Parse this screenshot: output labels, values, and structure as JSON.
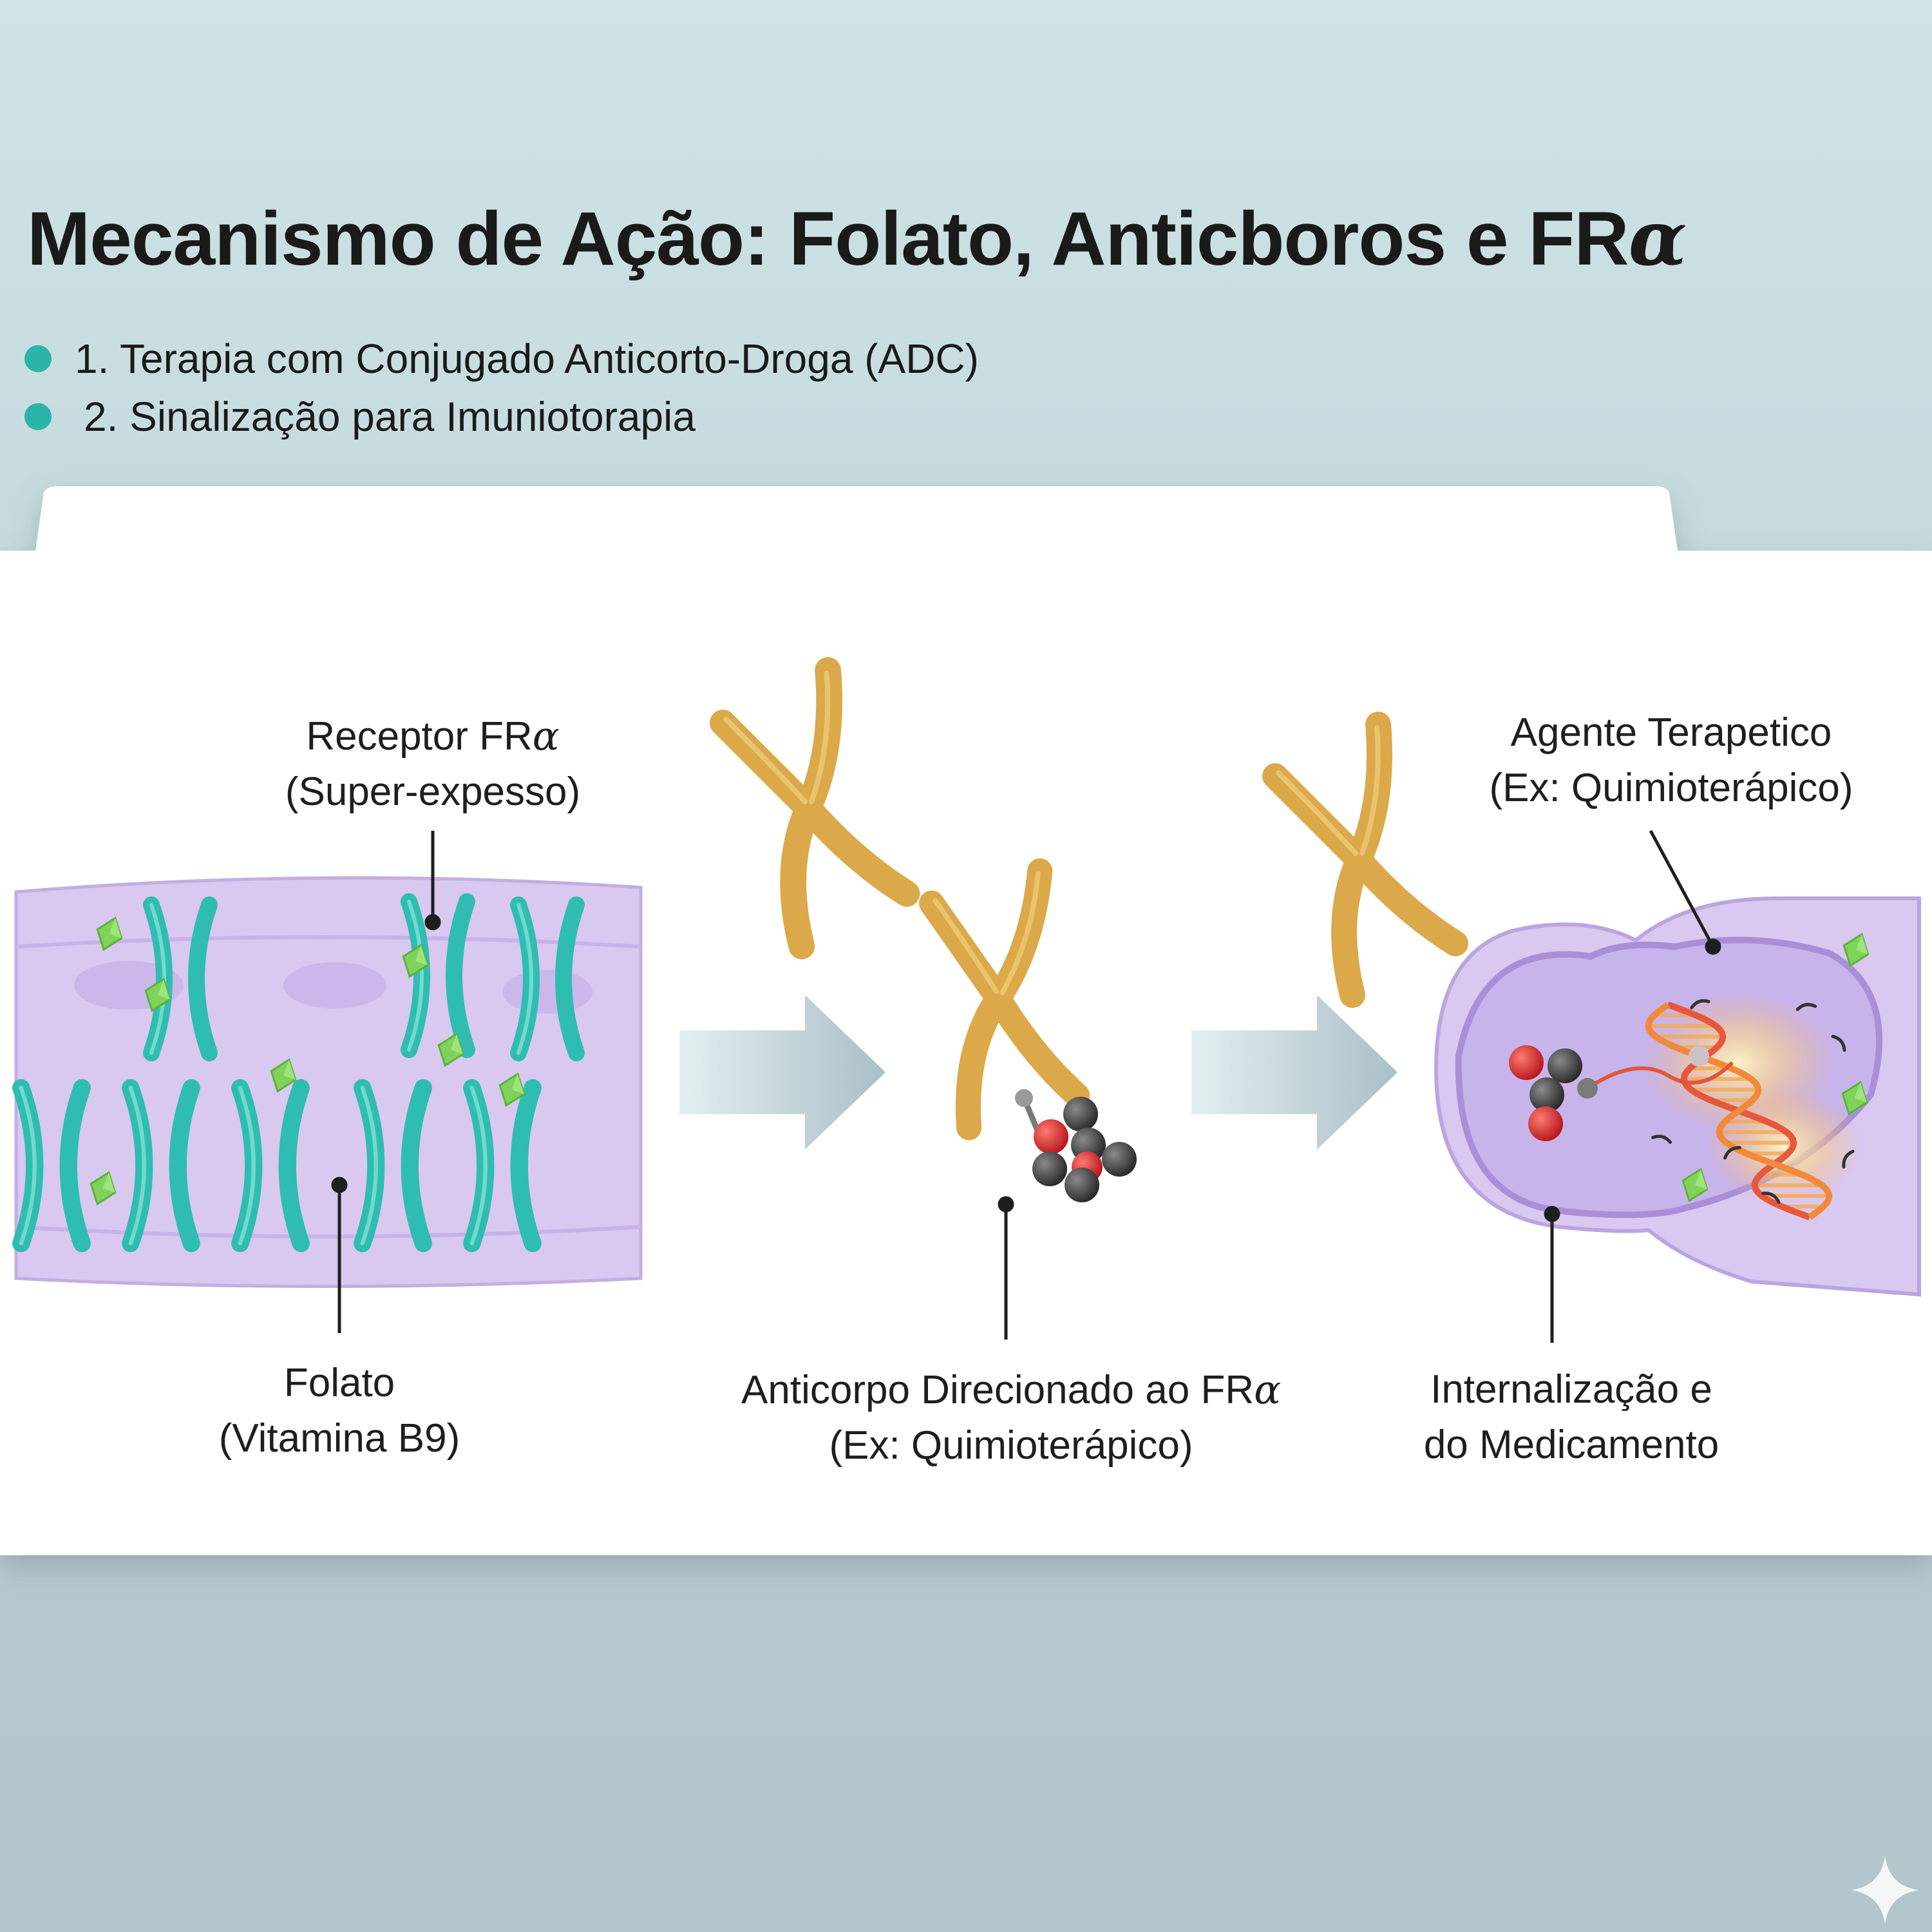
{
  "slide": {
    "title": "Mecanismo de Ação: Folato, Anticboros e FR",
    "title_suffix": "α",
    "bullets": [
      "1. Terapia com Conjugado Anticorto-Droga (ADC)",
      "2. Sinalização para Imuniotorapia"
    ]
  },
  "labels": {
    "receptor_title": "Receptor FR",
    "receptor_suffix": "α",
    "receptor_sub": "(Super-expesso)",
    "folato_title": "Folato",
    "folato_sub": "(Vitamina B9)",
    "antibody_title": "Anticorpo Direcionado ao FR",
    "antibody_suffix": "α",
    "antibody_sub": "(Ex: Quimioterápico)",
    "agent_title": "Agente Terapetico",
    "agent_sub": "(Ex: Quimioterápico)",
    "intern_line1": "Internalização e",
    "intern_line2": "do Medicamento"
  },
  "colors": {
    "membrane": "#d9c8ef",
    "receptor": "#2fbdb1",
    "folate": "#7fd35a",
    "antibody": "#dba94a",
    "arrow": "#b9ced4",
    "drug_dark": "#3a3a3a",
    "drug_red": "#d8262b",
    "bullet": "#2bb5a8"
  }
}
